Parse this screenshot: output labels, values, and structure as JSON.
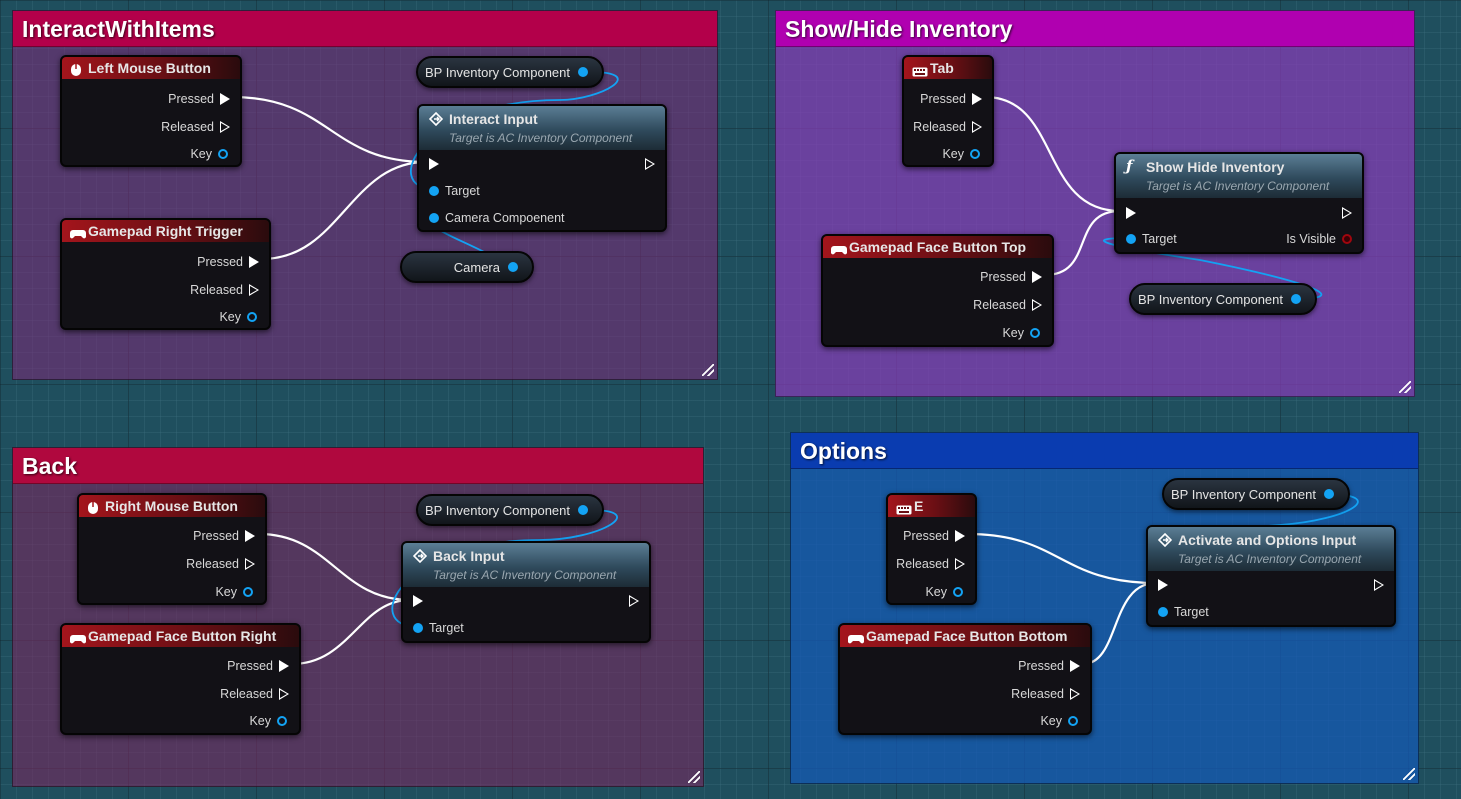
{
  "comments": {
    "interact": {
      "title": "InteractWithItems",
      "color": "#b3004a"
    },
    "show_hide": {
      "title": "Show/Hide Inventory",
      "color": "#b000b0"
    },
    "back": {
      "title": "Back",
      "color": "#b0083e"
    },
    "options": {
      "title": "Options",
      "color": "#0a3cb0"
    }
  },
  "nodes": {
    "left_mouse": {
      "title": "Left Mouse Button",
      "icon": "mouse-icon"
    },
    "gamepad_right_trigger": {
      "title": "Gamepad Right Trigger",
      "icon": "gamepad-icon"
    },
    "interact_input": {
      "title": "Interact Input",
      "subtitle": "Target is AC Inventory Component",
      "icon": "function-icon"
    },
    "tab_key": {
      "title": "Tab",
      "icon": "keyboard-icon"
    },
    "gamepad_face_top": {
      "title": "Gamepad Face Button Top",
      "icon": "gamepad-icon"
    },
    "show_hide_inventory": {
      "title": "Show Hide Inventory",
      "subtitle": "Target is AC Inventory Component",
      "icon": "function-f-icon"
    },
    "right_mouse": {
      "title": "Right Mouse Button",
      "icon": "mouse-icon"
    },
    "gamepad_face_right": {
      "title": "Gamepad Face Button Right",
      "icon": "gamepad-icon"
    },
    "back_input": {
      "title": "Back Input",
      "subtitle": "Target is AC Inventory Component",
      "icon": "function-icon"
    },
    "e_key": {
      "title": "E",
      "icon": "keyboard-icon"
    },
    "gamepad_face_bottom": {
      "title": "Gamepad Face Button Bottom",
      "icon": "gamepad-icon"
    },
    "activate_options": {
      "title": "Activate and Options Input",
      "subtitle": "Target is AC Inventory Component",
      "icon": "function-icon"
    }
  },
  "pins": {
    "pressed": "Pressed",
    "released": "Released",
    "key": "Key",
    "target": "Target",
    "camera_component": "Camera Compoenent",
    "is_visible": "Is Visible"
  },
  "variables": {
    "bp_inventory": "BP Inventory Component",
    "camera": "Camera"
  },
  "colors": {
    "exec_wire": "#ffffff",
    "object_wire": "#13a3f4",
    "bool_pin": "#a1060e"
  }
}
